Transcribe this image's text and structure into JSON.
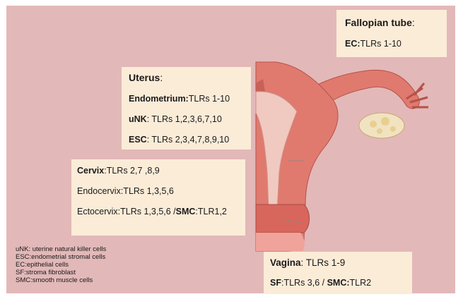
{
  "fallopian": {
    "title": "Fallopian tube",
    "title_suffix": ":",
    "ec_key": "EC:",
    "ec_value": "TLRs  1-10"
  },
  "uterus": {
    "title": "Uterus",
    "title_suffix": ":",
    "endo_key": "Endometrium:",
    "endo_value": "TLRs  1-10",
    "unk_key": "uNK",
    "unk_value": ": TLRs 1,2,3,6,7,10",
    "esc_key": "ESC",
    "esc_value": ": TLRs 2,3,4,7,8,9,10"
  },
  "cervix": {
    "key": "Cervix",
    "value": ":TLRs  2,7 ,8,9",
    "endocervix": "Endocervix:TLRs  1,3,5,6",
    "ectocervix": "Ectocervix:TLRs  1,3,5,6   /",
    "smc_key": "SMC",
    "smc_value": ":TLR1,2"
  },
  "vagina": {
    "key": "Vagina",
    "value": ": TLRs 1-9",
    "sf_key": "SF",
    "sf_value": ":TLRs  3,6   / ",
    "smc_key": "SMC:",
    "smc_value": "TLR2"
  },
  "legend": [
    "uNK: uterine natural  killer cells",
    "ESC:endometrial  stromal cells",
    "EC:epithelial  cells",
    "SF:stroma fibroblast",
    "SMC:smooth muscle cells"
  ],
  "colors": {
    "panel": "#e3b8b8",
    "box": "#fbecd8",
    "tissue": "#e07a6e",
    "tissue_light": "#efa39a",
    "cavity": "#f0c9c0",
    "ovary": "#f1e3c0"
  }
}
